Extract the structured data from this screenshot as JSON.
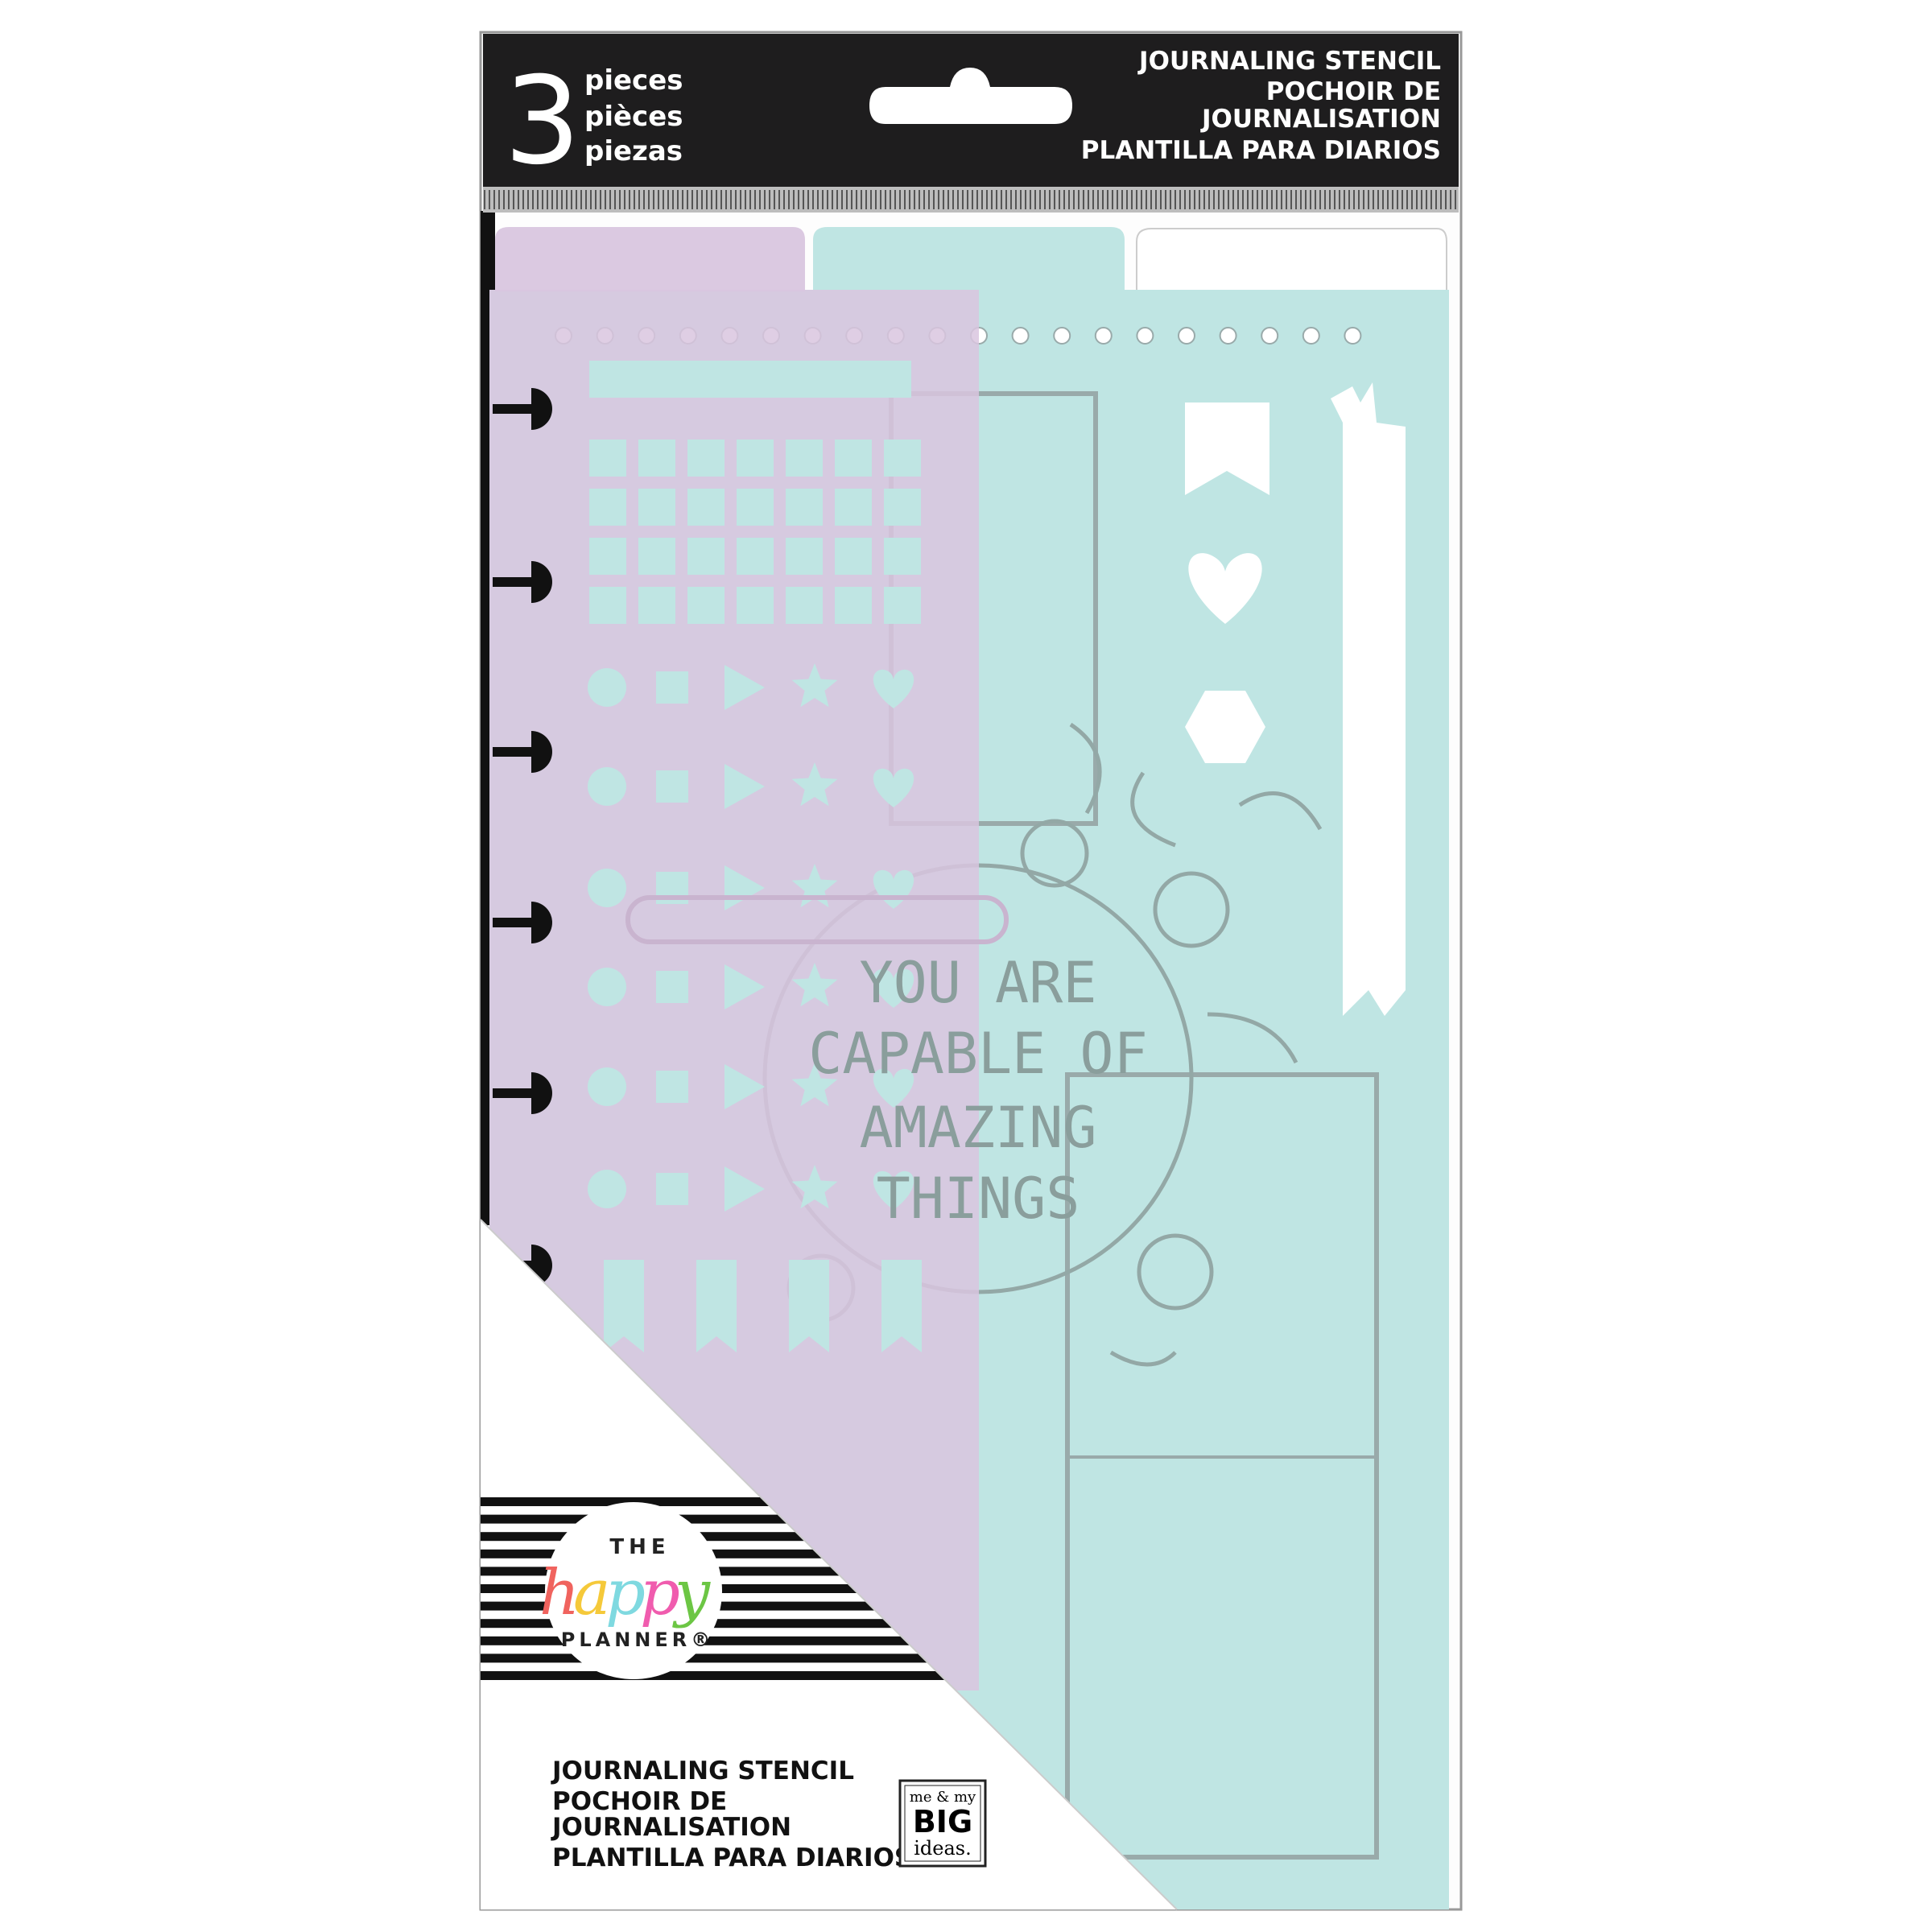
{
  "header": {
    "count": "3",
    "pieces": [
      "pieces",
      "pièces",
      "piezas"
    ],
    "titles": [
      "JOURNALING STENCIL",
      "POCHOIR DE",
      "JOURNALISATION",
      "PLANTILLA PARA DIARIOS"
    ]
  },
  "stencil": {
    "quote": [
      "YOU ARE",
      "CAPABLE OF",
      "AMAZING",
      "THINGS"
    ],
    "colors": {
      "lavender": "#d9c6df",
      "mint": "#bfe5e3",
      "white": "#ffffff",
      "header": "#1e1d1e"
    }
  },
  "logo": {
    "the": "THE",
    "happy": [
      "h",
      "a",
      "p",
      "p",
      "y"
    ],
    "planner": "PLANNER®",
    "happy_colors": [
      "#f0635e",
      "#f5c93a",
      "#7fd9e0",
      "#f05cae",
      "#6cc644"
    ]
  },
  "footer": {
    "titles": [
      "JOURNALING STENCIL",
      "POCHOIR DE",
      "JOURNALISATION",
      "PLANTILLA PARA DIARIOS"
    ],
    "brand": [
      "me & my",
      "BIG",
      "ideas."
    ]
  }
}
